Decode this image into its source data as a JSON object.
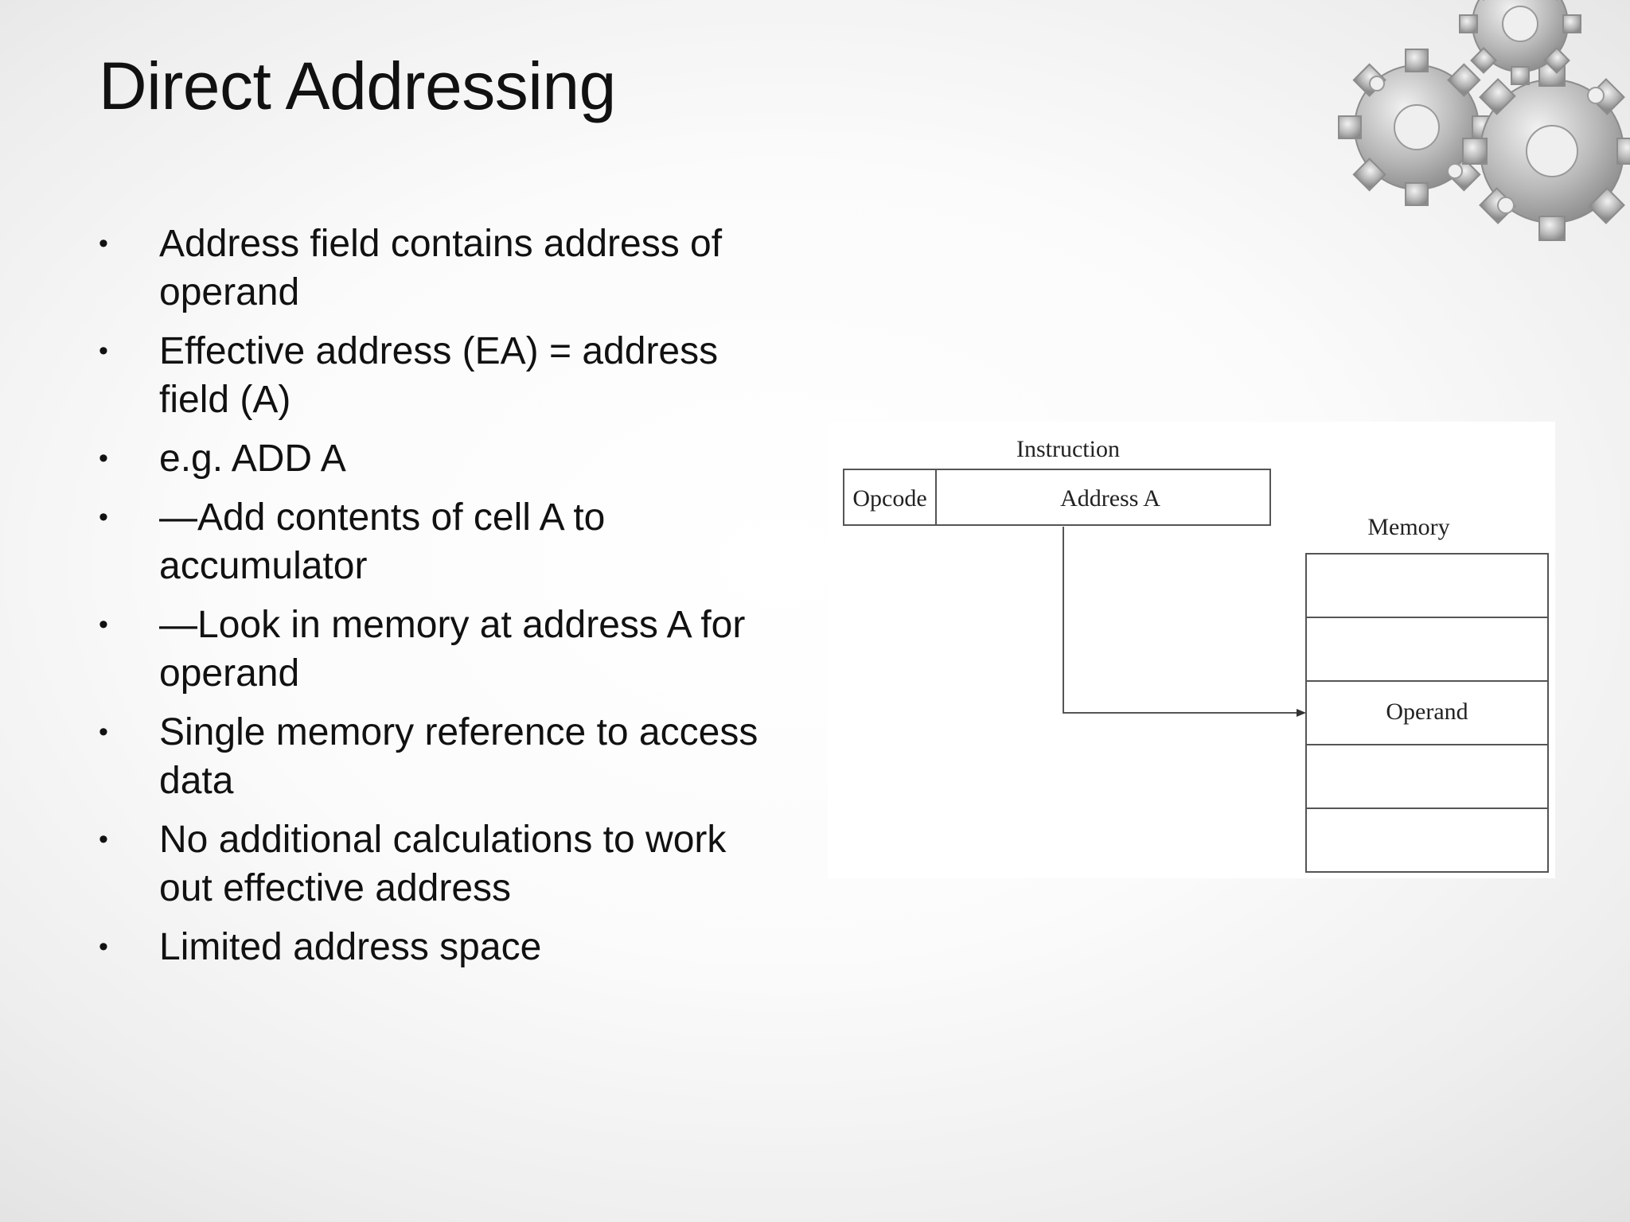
{
  "slide": {
    "title": "Direct Addressing",
    "bullet_symbol": "•",
    "bullets": [
      "Address field contains address of operand",
      "Effective address (EA) = address field (A)",
      "e.g.  ADD A",
      "—Add contents of cell A to accumulator",
      "—Look in memory at address A for operand",
      "Single memory reference to access data",
      "No additional calculations to work out effective address",
      "Limited address space"
    ]
  },
  "diagram": {
    "instruction_label": "Instruction",
    "opcode_label": "Opcode",
    "address_label": "Address A",
    "memory_label": "Memory",
    "operand_label": "Operand"
  },
  "decoration": {
    "icon": "gears-icon",
    "color": "#9a9a9a"
  }
}
